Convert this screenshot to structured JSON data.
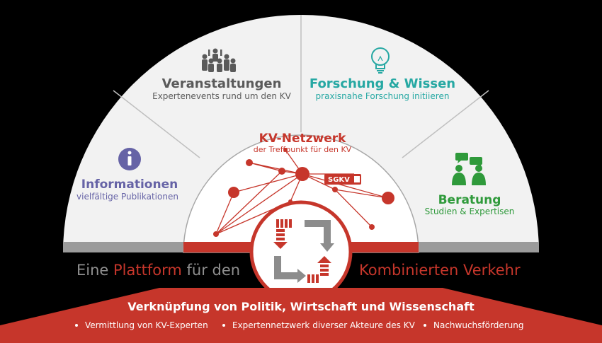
{
  "colors": {
    "red": "#c6362b",
    "gray": "#5a5a5a",
    "purple": "#6663a6",
    "teal": "#26a8a3",
    "green": "#2f9a3b",
    "segment": "#f2f2f2",
    "divider": "#b9b9b9",
    "black": "#000000"
  },
  "segments": {
    "veranstaltungen": {
      "title": "Veranstaltungen",
      "subtitle": "Expertenevents rund um den KV",
      "icon": "audience-icon"
    },
    "forschung": {
      "title": "Forschung & Wissen",
      "subtitle": "praxisnahe Forschung initiieren",
      "icon": "lightbulb-icon"
    },
    "informationen": {
      "title": "Informationen",
      "subtitle": "vielfältige Publikationen",
      "icon": "info-icon"
    },
    "beratung": {
      "title": "Beratung",
      "subtitle": "Studien & Expertisen",
      "icon": "consulting-chat-icon"
    }
  },
  "center": {
    "title": "KV-Netzwerk",
    "subtitle": "der Treffpunkt für den KV",
    "badge": "SGKV"
  },
  "tagline": {
    "part1": "Eine ",
    "part2": "Plattform",
    "part3": " für den",
    "part4": "Kombinierten Verkehr"
  },
  "bottom": {
    "title": "Verknüpfung von Politik, Wirtschaft und Wissenschaft",
    "bullets": [
      "Vermittlung von KV-Experten",
      "Expertennetzwerk diverser Akteure des KV",
      "Nachwuchsförderung"
    ]
  }
}
